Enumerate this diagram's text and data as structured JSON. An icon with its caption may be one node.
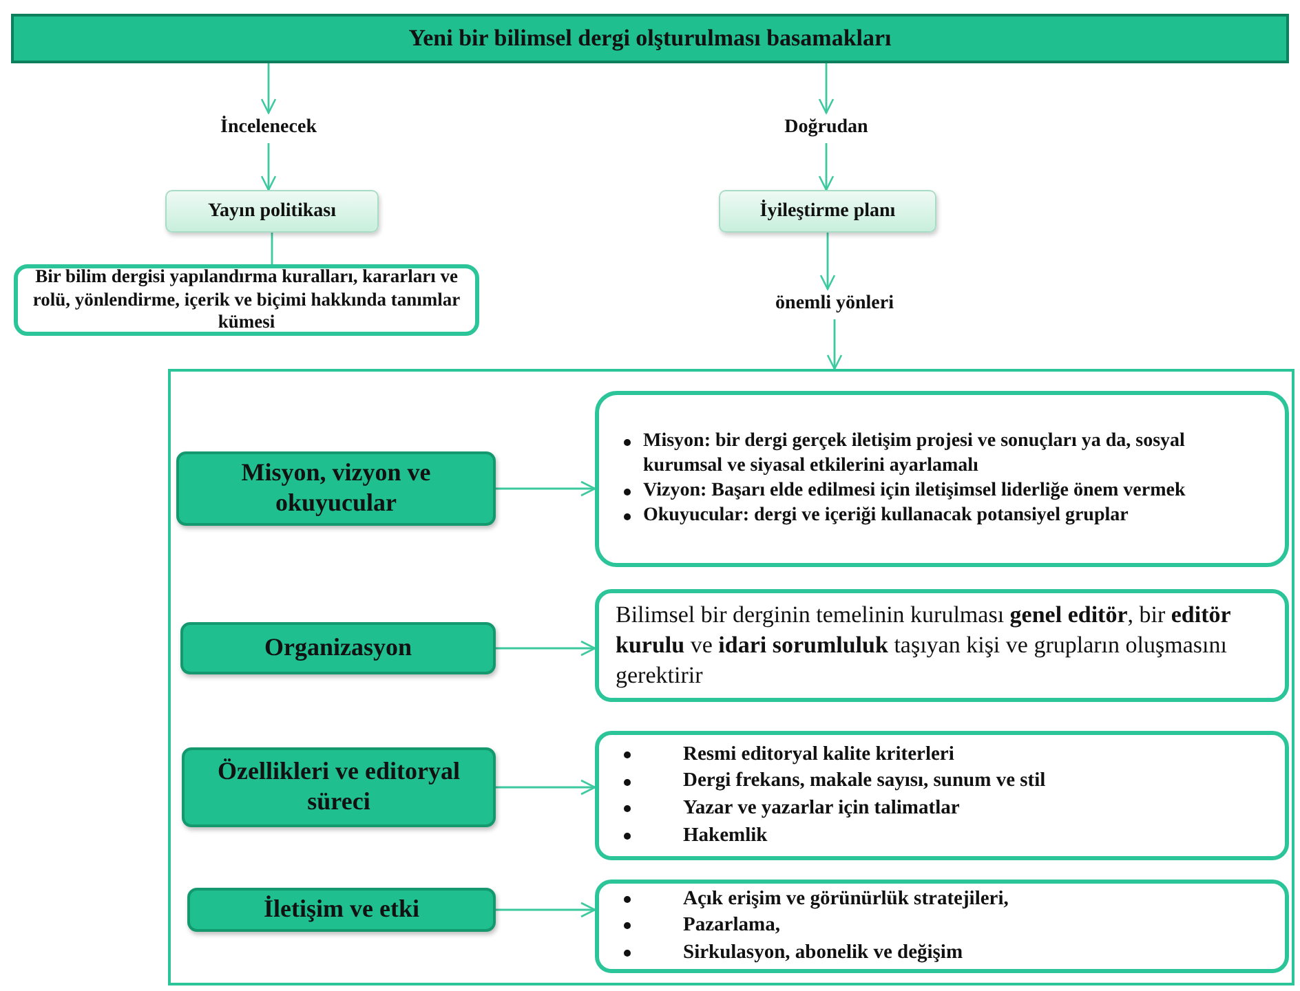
{
  "diagram": {
    "nodes": [
      {
        "text": [
          "Yeni bir bilimsel dergi olşturulması basamakları"
        ]
      },
      {
        "text": [
          "İncelenecek"
        ]
      },
      {
        "text": [
          "Yayın politikası"
        ]
      },
      {
        "text": [
          "Bir bilim dergisi yapılandırma kuralları, kararları ve rolü, yönlendirme, içerik ve biçimi hakkında tanımlar kümesi"
        ]
      },
      {
        "text": [
          "Doğrudan"
        ]
      },
      {
        "text": [
          "İyileştirme planı"
        ]
      },
      {
        "text": [
          "önemli yönleri"
        ]
      },
      {
        "text": [],
        "shape": "box"
      },
      {
        "text": [
          "Misyon, vizyon ve okuyucular"
        ],
        "in": 7
      },
      {
        "text": [
          "Misyon: bir dergi gerçek iletişim projesi ve sonuçları ya da, sosyal kurumsal ve siyasal etkilerini ayarlamalı",
          "Vizyon: Başarı elde edilmesi için iletişimsel liderliğe önem vermek",
          "Okuyucular: dergi ve içeriği kullanacak potansiyel gruplar"
        ],
        "in": 7
      },
      {
        "text": [
          "Organizasyon"
        ],
        "in": 7
      },
      {
        "text": [
          "Bilimsel bir derginin temelinin kurulması **genel editör**, bir **editör kurulu** ve **idari sorumluluk** taşıyan kişi ve grupların oluşmasını gerektirir"
        ],
        "in": 7
      },
      {
        "text": [
          "Özellikleri ve editoryal süreci"
        ],
        "in": 7
      },
      {
        "text": [
          "Resmi editoryal kalite kriterleri",
          "Dergi frekans, makale sayısı, sunum ve stil",
          "Yazar ve yazarlar için talimatlar",
          "Hakemlik"
        ],
        "in": 7
      },
      {
        "text": [
          "İletişim ve etki"
        ],
        "in": 7
      },
      {
        "text": [
          "Açık erişim ve görünürlük stratejileri,",
          "Pazarlama,",
          "Sirkulasyon, abonelik ve değişim"
        ],
        "in": 7
      }
    ],
    "edges": [
      {
        "from": 0,
        "to": 1,
        "arrow": "to"
      },
      {
        "from": 1,
        "to": 2,
        "arrow": "to"
      },
      {
        "from": 2,
        "to": 3,
        "arrow": "none"
      },
      {
        "from": 0,
        "to": 4,
        "arrow": "to"
      },
      {
        "from": 4,
        "to": 5,
        "arrow": "to"
      },
      {
        "from": 5,
        "to": 6,
        "arrow": "to"
      },
      {
        "from": 6,
        "to": 7,
        "arrow": "to"
      },
      {
        "from": 8,
        "to": 9,
        "arrow": "to"
      },
      {
        "from": 10,
        "to": 11,
        "arrow": "to"
      },
      {
        "from": 12,
        "to": 13,
        "arrow": "to"
      },
      {
        "from": 14,
        "to": 15,
        "arrow": "to"
      }
    ]
  }
}
